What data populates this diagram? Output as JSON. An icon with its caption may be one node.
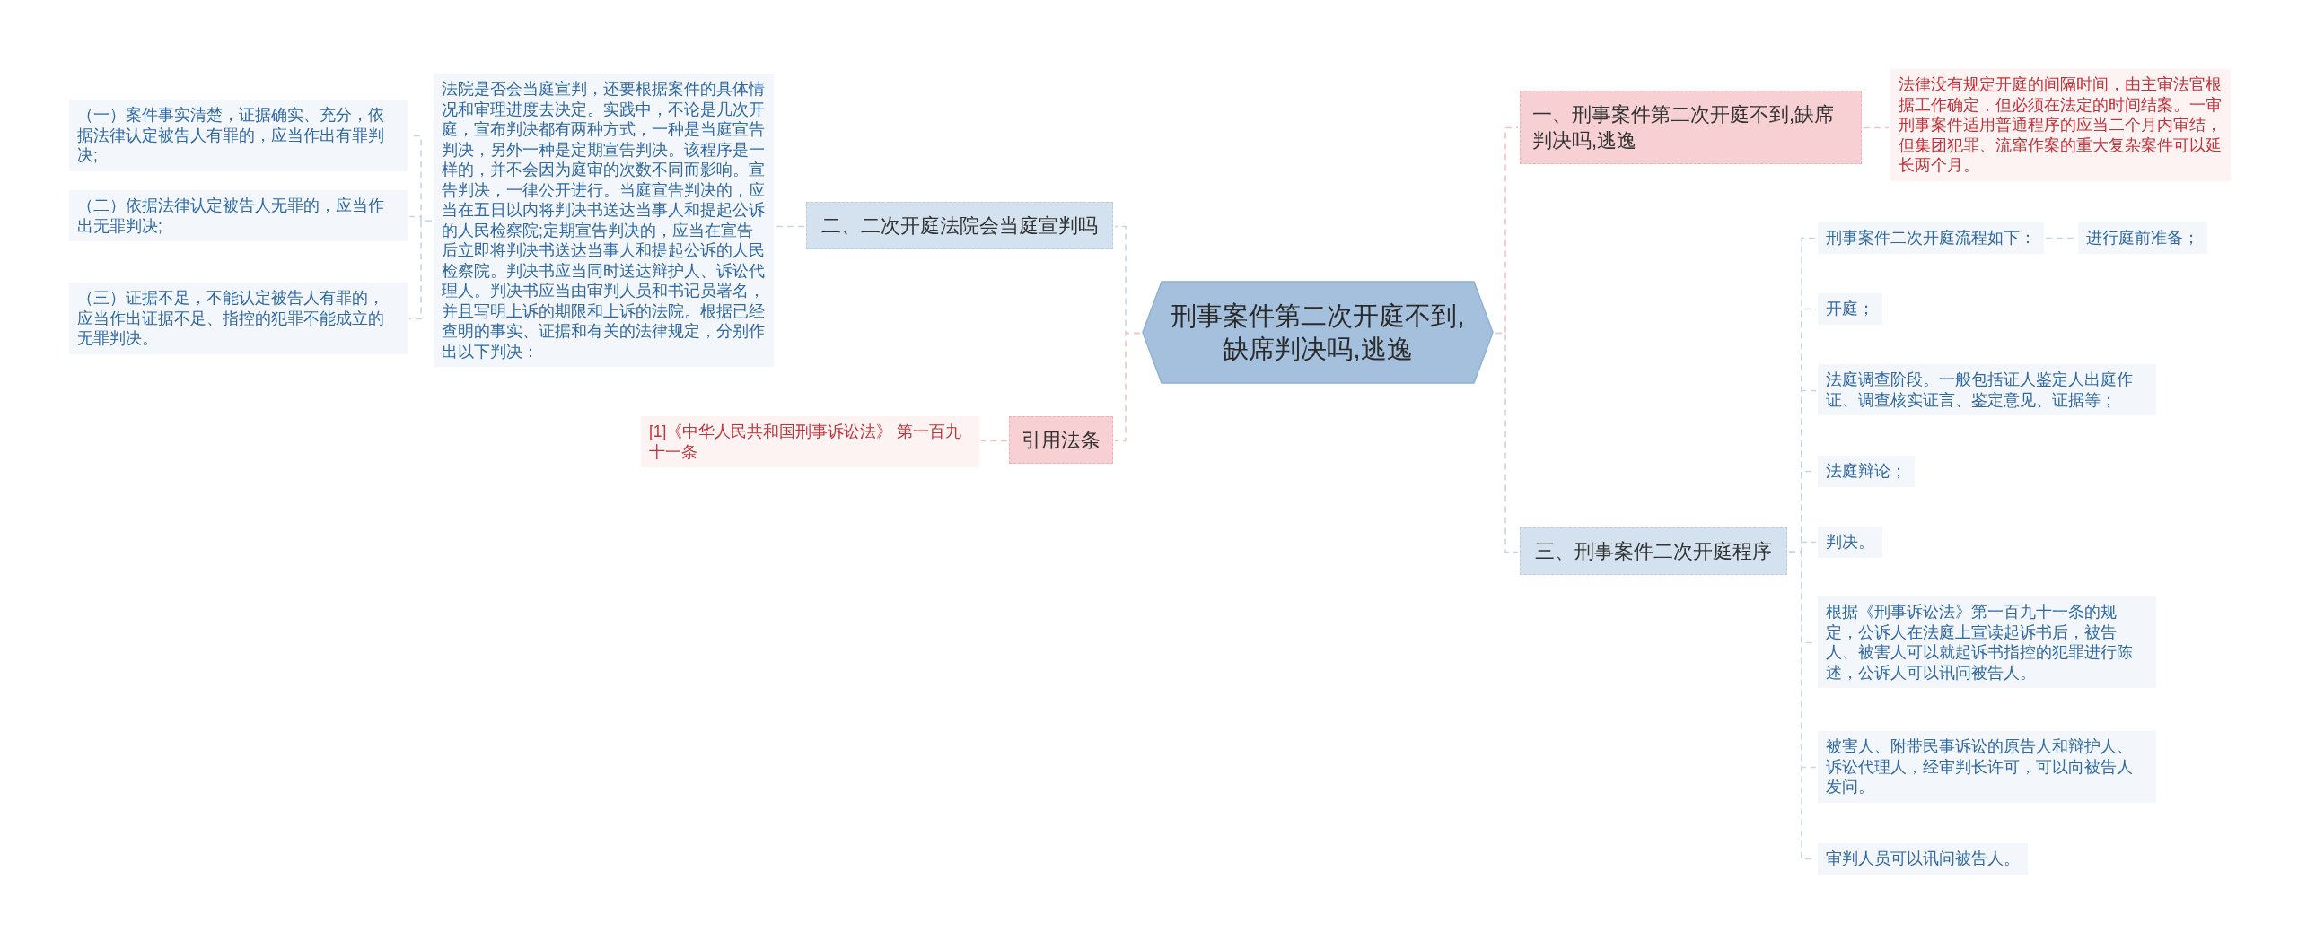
{
  "diagram": {
    "nodes": [
      {
        "text": [
          "刑事案件第二次开庭不到,缺席判决吗,逃逸"
        ]
      },
      {
        "text": [
          "一、刑事案件第二次开庭不到,缺席判决吗,逃逸"
        ]
      },
      {
        "text": [
          "法律没有规定开庭的间隔时间，由主审法官根据工作确定，但必须在法定的时间结案。一审刑事案件适用普通程序的应当二个月内审结，但集团犯罪、流窜作案的重大复杂案件可以延长两个月。"
        ]
      },
      {
        "text": [
          "二、二次开庭法院会当庭宣判吗"
        ]
      },
      {
        "text": [
          "法院是否会当庭宣判，还要根据案件的具体情况和审理进度去决定。实践中，不论是几次开庭，宣布判决都有两种方式，一种是当庭宣告判决，另外一种是定期宣告判决。该程序是一样的，并不会因为庭审的次数不同而影响。宣告判决，一律公开进行。当庭宣告判决的，应当在五日以内将判决书送达当事人和提起公诉的人民检察院;定期宣告判决的，应当在宣告后立即将判决书送达当事人和提起公诉的人民检察院。判决书应当同时送达辩护人、诉讼代理人。判决书应当由审判人员和书记员署名，并且写明上诉的期限和上诉的法院。根据已经查明的事实、证据和有关的法律规定，分别作出以下判决："
        ]
      },
      {
        "text": [
          "（一）案件事实清楚，证据确实、充分，依据法律认定被告人有罪的，应当作出有罪判决;"
        ]
      },
      {
        "text": [
          "（二）依据法律认定被告人无罪的，应当作出无罪判决;"
        ]
      },
      {
        "text": [
          "（三）证据不足，不能认定被告人有罪的，应当作出证据不足、指控的犯罪不能成立的无罪判决。"
        ]
      },
      {
        "text": [
          "引用法条"
        ]
      },
      {
        "text": [
          "[1]《中华人民共和国刑事诉讼法》 第一百九十一条"
        ]
      },
      {
        "text": [
          "三、刑事案件二次开庭程序"
        ]
      },
      {
        "text": [
          "刑事案件二次开庭流程如下："
        ]
      },
      {
        "text": [
          "进行庭前准备；"
        ]
      },
      {
        "text": [
          "开庭；"
        ]
      },
      {
        "text": [
          "法庭调查阶段。一般包括证人鉴定人出庭作证、调查核实证言、鉴定意见、证据等；"
        ]
      },
      {
        "text": [
          "法庭辩论；"
        ]
      },
      {
        "text": [
          "判决。"
        ]
      },
      {
        "text": [
          "根据《刑事诉讼法》第一百九十一条的规定，公诉人在法庭上宣读起诉书后，被告人、被害人可以就起诉书指控的犯罪进行陈述，公诉人可以讯问被告人。"
        ]
      },
      {
        "text": [
          "被害人、附带民事诉讼的原告人和辩护人、诉讼代理人，经审判长许可，可以向被告人发问。"
        ]
      },
      {
        "text": [
          "审判人员可以讯问被告人。"
        ]
      }
    ],
    "edges": [
      {
        "from": 0,
        "to": 1,
        "arrow": "none",
        "style": "dashed",
        "color": "#f2c2c6"
      },
      {
        "from": 1,
        "to": 2,
        "arrow": "none",
        "style": "dashed",
        "color": "#f2c2c6"
      },
      {
        "from": 0,
        "to": 3,
        "arrow": "none",
        "style": "dashed"
      },
      {
        "from": 3,
        "to": 4,
        "arrow": "none",
        "style": "dashed"
      },
      {
        "from": 4,
        "to": 5,
        "arrow": "none",
        "style": "dashed"
      },
      {
        "from": 4,
        "to": 6,
        "arrow": "none",
        "style": "dashed"
      },
      {
        "from": 4,
        "to": 7,
        "arrow": "none",
        "style": "dashed"
      },
      {
        "from": 0,
        "to": 8,
        "arrow": "none",
        "style": "dashed",
        "color": "#f2c2c6"
      },
      {
        "from": 8,
        "to": 9,
        "arrow": "none",
        "style": "dashed",
        "color": "#f2c2c6"
      },
      {
        "from": 0,
        "to": 10,
        "arrow": "none",
        "style": "dashed"
      },
      {
        "from": 10,
        "to": 11,
        "arrow": "none",
        "style": "dashed"
      },
      {
        "from": 11,
        "to": 12,
        "arrow": "none",
        "style": "dashed"
      },
      {
        "from": 10,
        "to": 13,
        "arrow": "none",
        "style": "dashed"
      },
      {
        "from": 10,
        "to": 14,
        "arrow": "none",
        "style": "dashed"
      },
      {
        "from": 10,
        "to": 15,
        "arrow": "none",
        "style": "dashed"
      },
      {
        "from": 10,
        "to": 16,
        "arrow": "none",
        "style": "dashed"
      },
      {
        "from": 10,
        "to": 17,
        "arrow": "none",
        "style": "dashed"
      },
      {
        "from": 10,
        "to": 18,
        "arrow": "none",
        "style": "dashed"
      },
      {
        "from": 10,
        "to": 19,
        "arrow": "none",
        "style": "dashed"
      }
    ]
  }
}
